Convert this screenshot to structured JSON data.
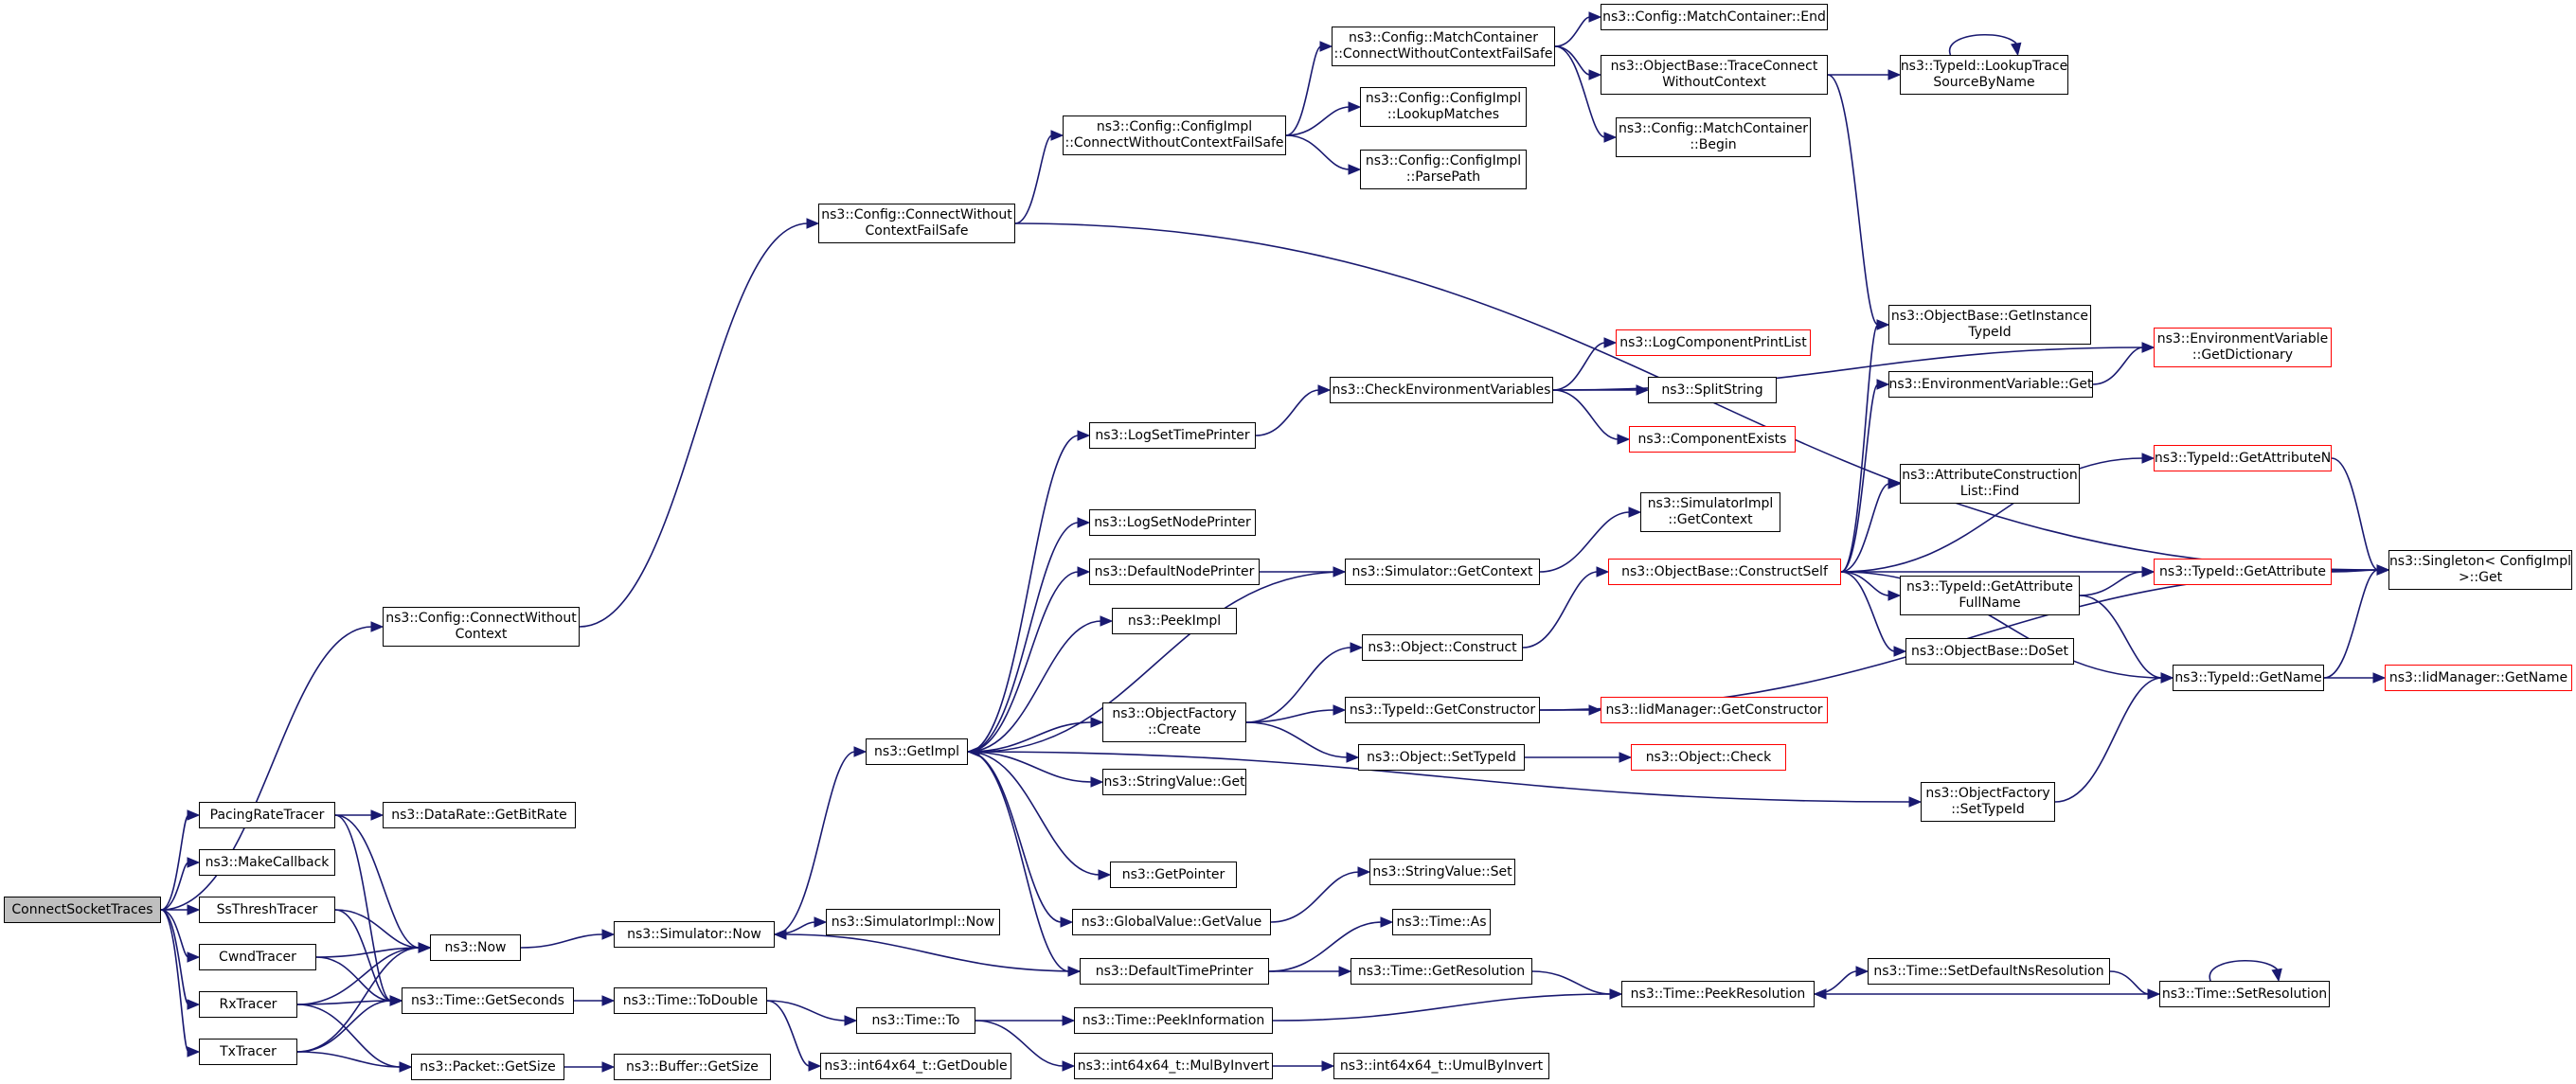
{
  "colors": {
    "edge": "#191970",
    "node_border": "#000000",
    "node_border_incomplete": "#ff0000",
    "root_fill": "#bfbfbf",
    "node_fill": "#ffffff"
  },
  "nodes": [
    {
      "id": "cst",
      "lines": [
        "ConnectSocketTraces"
      ],
      "root": true
    },
    {
      "id": "pacing",
      "lines": [
        "PacingRateTracer"
      ]
    },
    {
      "id": "makecb",
      "lines": [
        "ns3::MakeCallback"
      ]
    },
    {
      "id": "ssthresh",
      "lines": [
        "SsThreshTracer"
      ]
    },
    {
      "id": "cwnd",
      "lines": [
        "CwndTracer"
      ]
    },
    {
      "id": "rx",
      "lines": [
        "RxTracer"
      ]
    },
    {
      "id": "tx",
      "lines": [
        "TxTracer"
      ]
    },
    {
      "id": "cfgconnect",
      "lines": [
        "ns3::Config::ConnectWithout",
        "Context"
      ]
    },
    {
      "id": "cfgconnectfs",
      "lines": [
        "ns3::Config::ConnectWithout",
        "ContextFailSafe"
      ]
    },
    {
      "id": "cfgimplconnect",
      "lines": [
        "ns3::Config::ConfigImpl",
        "::ConnectWithoutContextFailSafe"
      ]
    },
    {
      "id": "mcconnect",
      "lines": [
        "ns3::Config::MatchContainer",
        "::ConnectWithoutContextFailSafe"
      ]
    },
    {
      "id": "mcend",
      "lines": [
        "ns3::Config::MatchContainer::End"
      ]
    },
    {
      "id": "obtrace",
      "lines": [
        "ns3::ObjectBase::TraceConnect",
        "WithoutContext"
      ]
    },
    {
      "id": "mcbegin",
      "lines": [
        "ns3::Config::MatchContainer",
        "::Begin"
      ]
    },
    {
      "id": "lookupmatches",
      "lines": [
        "ns3::Config::ConfigImpl",
        "::LookupMatches"
      ]
    },
    {
      "id": "parsepath",
      "lines": [
        "ns3::Config::ConfigImpl",
        "::ParsePath"
      ]
    },
    {
      "id": "lookuptrace",
      "lines": [
        "ns3::TypeId::LookupTrace",
        "SourceByName"
      ]
    },
    {
      "id": "getdatarate",
      "lines": [
        "ns3::DataRate::GetBitRate"
      ]
    },
    {
      "id": "now",
      "lines": [
        "ns3::Now"
      ]
    },
    {
      "id": "getseconds",
      "lines": [
        "ns3::Time::GetSeconds"
      ]
    },
    {
      "id": "pktgetsize",
      "lines": [
        "ns3::Packet::GetSize"
      ]
    },
    {
      "id": "simnow",
      "lines": [
        "ns3::Simulator::Now"
      ]
    },
    {
      "id": "todouble",
      "lines": [
        "ns3::Time::ToDouble"
      ]
    },
    {
      "id": "bufgetsize",
      "lines": [
        "ns3::Buffer::GetSize"
      ]
    },
    {
      "id": "getimpl",
      "lines": [
        "ns3::GetImpl"
      ]
    },
    {
      "id": "simimplnow",
      "lines": [
        "ns3::SimulatorImpl::Now"
      ]
    },
    {
      "id": "timeto",
      "lines": [
        "ns3::Time::To"
      ]
    },
    {
      "id": "getdouble",
      "lines": [
        "ns3::int64x64_t::GetDouble"
      ]
    },
    {
      "id": "logsettime",
      "lines": [
        "ns3::LogSetTimePrinter"
      ]
    },
    {
      "id": "logsetnode",
      "lines": [
        "ns3::LogSetNodePrinter"
      ]
    },
    {
      "id": "defnode",
      "lines": [
        "ns3::DefaultNodePrinter"
      ]
    },
    {
      "id": "peekimpl",
      "lines": [
        "ns3::PeekImpl"
      ]
    },
    {
      "id": "objfactcreate",
      "lines": [
        "ns3::ObjectFactory",
        "::Create"
      ]
    },
    {
      "id": "strget",
      "lines": [
        "ns3::StringValue::Get"
      ]
    },
    {
      "id": "getpointer",
      "lines": [
        "ns3::GetPointer"
      ]
    },
    {
      "id": "globalget",
      "lines": [
        "ns3::GlobalValue::GetValue"
      ]
    },
    {
      "id": "deftime",
      "lines": [
        "ns3::DefaultTimePrinter"
      ]
    },
    {
      "id": "peekinfo",
      "lines": [
        "ns3::Time::PeekInformation"
      ]
    },
    {
      "id": "mulbyinv",
      "lines": [
        "ns3::int64x64_t::MulByInvert"
      ]
    },
    {
      "id": "checkenv",
      "lines": [
        "ns3::CheckEnvironmentVariables"
      ]
    },
    {
      "id": "logcompprint",
      "lines": [
        "ns3::LogComponentPrintList"
      ],
      "red": true
    },
    {
      "id": "splitstring",
      "lines": [
        "ns3::SplitString"
      ]
    },
    {
      "id": "compexists",
      "lines": [
        "ns3::ComponentExists"
      ],
      "red": true
    },
    {
      "id": "simgetctx",
      "lines": [
        "ns3::Simulator::GetContext"
      ]
    },
    {
      "id": "simimplctx",
      "lines": [
        "ns3::SimulatorImpl",
        "::GetContext"
      ]
    },
    {
      "id": "objconstruct",
      "lines": [
        "ns3::Object::Construct"
      ]
    },
    {
      "id": "tidgetctor",
      "lines": [
        "ns3::TypeId::GetConstructor"
      ]
    },
    {
      "id": "objsettid",
      "lines": [
        "ns3::Object::SetTypeId"
      ]
    },
    {
      "id": "strset",
      "lines": [
        "ns3::StringValue::Set"
      ]
    },
    {
      "id": "timeas",
      "lines": [
        "ns3::Time::As"
      ]
    },
    {
      "id": "getres",
      "lines": [
        "ns3::Time::GetResolution"
      ]
    },
    {
      "id": "umulbyinv",
      "lines": [
        "ns3::int64x64_t::UmulByInvert"
      ]
    },
    {
      "id": "obconstructself",
      "lines": [
        "ns3::ObjectBase::ConstructSelf"
      ],
      "red": true
    },
    {
      "id": "iidgetctor",
      "lines": [
        "ns3::IidManager::GetConstructor"
      ],
      "red": true
    },
    {
      "id": "objcheck",
      "lines": [
        "ns3::Object::Check"
      ],
      "red": true
    },
    {
      "id": "peekres",
      "lines": [
        "ns3::Time::PeekResolution"
      ]
    },
    {
      "id": "obgetinst",
      "lines": [
        "ns3::ObjectBase::GetInstance",
        "TypeId"
      ]
    },
    {
      "id": "envget",
      "lines": [
        "ns3::EnvironmentVariable::Get"
      ]
    },
    {
      "id": "attrfind",
      "lines": [
        "ns3::AttributeConstruction",
        "List::Find"
      ]
    },
    {
      "id": "tidgetattrfull",
      "lines": [
        "ns3::TypeId::GetAttribute",
        "FullName"
      ]
    },
    {
      "id": "obdoset",
      "lines": [
        "ns3::ObjectBase::DoSet"
      ]
    },
    {
      "id": "objfactsettid",
      "lines": [
        "ns3::ObjectFactory",
        "::SetTypeId"
      ]
    },
    {
      "id": "setdefnsres",
      "lines": [
        "ns3::Time::SetDefaultNsResolution"
      ]
    },
    {
      "id": "envgetdict",
      "lines": [
        "ns3::EnvironmentVariable",
        "::GetDictionary"
      ],
      "red": true
    },
    {
      "id": "tidgetattrn",
      "lines": [
        "ns3::TypeId::GetAttributeN"
      ],
      "red": true
    },
    {
      "id": "tidgetattr",
      "lines": [
        "ns3::TypeId::GetAttribute"
      ],
      "red": true
    },
    {
      "id": "tidgetname",
      "lines": [
        "ns3::TypeId::GetName"
      ]
    },
    {
      "id": "setres",
      "lines": [
        "ns3::Time::SetResolution"
      ]
    },
    {
      "id": "singleton",
      "lines": [
        "ns3::Singleton< ConfigImpl",
        ">::Get"
      ]
    },
    {
      "id": "iidgetname",
      "lines": [
        "ns3::IidManager::GetName"
      ],
      "red": true
    }
  ],
  "edges": [
    [
      "cst",
      "cfgconnect"
    ],
    [
      "cst",
      "pacing"
    ],
    [
      "cst",
      "makecb"
    ],
    [
      "cst",
      "ssthresh"
    ],
    [
      "cst",
      "cwnd"
    ],
    [
      "cst",
      "rx"
    ],
    [
      "cst",
      "tx"
    ],
    [
      "cfgconnect",
      "cfgconnectfs"
    ],
    [
      "cfgconnectfs",
      "cfgimplconnect"
    ],
    [
      "cfgconnectfs",
      "singleton"
    ],
    [
      "cfgimplconnect",
      "mcconnect"
    ],
    [
      "cfgimplconnect",
      "lookupmatches"
    ],
    [
      "cfgimplconnect",
      "parsepath"
    ],
    [
      "mcconnect",
      "mcend"
    ],
    [
      "mcconnect",
      "obtrace"
    ],
    [
      "mcconnect",
      "mcbegin"
    ],
    [
      "obtrace",
      "lookuptrace"
    ],
    [
      "obtrace",
      "obgetinst"
    ],
    [
      "lookuptrace",
      "lookuptrace"
    ],
    [
      "pacing",
      "getdatarate"
    ],
    [
      "pacing",
      "now"
    ],
    [
      "pacing",
      "getseconds"
    ],
    [
      "ssthresh",
      "now"
    ],
    [
      "ssthresh",
      "getseconds"
    ],
    [
      "cwnd",
      "now"
    ],
    [
      "cwnd",
      "getseconds"
    ],
    [
      "rx",
      "now"
    ],
    [
      "rx",
      "getseconds"
    ],
    [
      "rx",
      "pktgetsize"
    ],
    [
      "tx",
      "now"
    ],
    [
      "tx",
      "getseconds"
    ],
    [
      "tx",
      "pktgetsize"
    ],
    [
      "now",
      "simnow"
    ],
    [
      "getseconds",
      "todouble"
    ],
    [
      "pktgetsize",
      "bufgetsize"
    ],
    [
      "simnow",
      "getimpl"
    ],
    [
      "simnow",
      "simimplnow"
    ],
    [
      "todouble",
      "timeto"
    ],
    [
      "todouble",
      "getdouble"
    ],
    [
      "getimpl",
      "logsettime"
    ],
    [
      "getimpl",
      "logsetnode"
    ],
    [
      "getimpl",
      "defnode"
    ],
    [
      "getimpl",
      "peekimpl"
    ],
    [
      "getimpl",
      "objfactcreate"
    ],
    [
      "getimpl",
      "strget"
    ],
    [
      "getimpl",
      "getpointer"
    ],
    [
      "getimpl",
      "globalget"
    ],
    [
      "getimpl",
      "deftime"
    ],
    [
      "getimpl",
      "objfactsettid"
    ],
    [
      "timeto",
      "peekinfo"
    ],
    [
      "timeto",
      "mulbyinv"
    ],
    [
      "logsettime",
      "checkenv"
    ],
    [
      "checkenv",
      "logcompprint"
    ],
    [
      "checkenv",
      "splitstring"
    ],
    [
      "checkenv",
      "compexists"
    ],
    [
      "checkenv",
      "envgetdict"
    ],
    [
      "defnode",
      "simgetctx"
    ],
    [
      "simgetctx",
      "simimplctx"
    ],
    [
      "simgetctx",
      "getimpl"
    ],
    [
      "objfactcreate",
      "objconstruct"
    ],
    [
      "objfactcreate",
      "tidgetctor"
    ],
    [
      "objfactcreate",
      "objsettid"
    ],
    [
      "objconstruct",
      "obconstructself"
    ],
    [
      "tidgetctor",
      "iidgetctor"
    ],
    [
      "tidgetctor",
      "singleton"
    ],
    [
      "objsettid",
      "objcheck"
    ],
    [
      "globalget",
      "strset"
    ],
    [
      "deftime",
      "timeas"
    ],
    [
      "deftime",
      "getres"
    ],
    [
      "deftime",
      "simnow"
    ],
    [
      "getres",
      "peekres"
    ],
    [
      "peekinfo",
      "peekres"
    ],
    [
      "mulbyinv",
      "umulbyinv"
    ],
    [
      "obconstructself",
      "obgetinst"
    ],
    [
      "obconstructself",
      "envget"
    ],
    [
      "obconstructself",
      "tidgetattrn"
    ],
    [
      "obconstructself",
      "attrfind"
    ],
    [
      "obconstructself",
      "tidgetattr"
    ],
    [
      "obconstructself",
      "tidgetattrfull"
    ],
    [
      "obconstructself",
      "obdoset"
    ],
    [
      "obconstructself",
      "tidgetname"
    ],
    [
      "envget",
      "envgetdict"
    ],
    [
      "tidgetattrfull",
      "tidgetattr"
    ],
    [
      "tidgetattrfull",
      "tidgetname"
    ],
    [
      "tidgetattrn",
      "singleton"
    ],
    [
      "tidgetattr",
      "singleton"
    ],
    [
      "tidgetname",
      "singleton"
    ],
    [
      "tidgetname",
      "iidgetname"
    ],
    [
      "objfactsettid",
      "tidgetname"
    ],
    [
      "peekres",
      "setdefnsres"
    ],
    [
      "setdefnsres",
      "setres"
    ],
    [
      "setres",
      "peekres"
    ],
    [
      "setres",
      "setres"
    ]
  ]
}
